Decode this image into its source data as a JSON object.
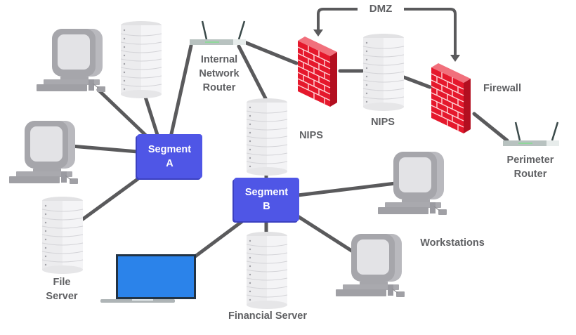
{
  "diagram": {
    "title": "Network segmentation diagram",
    "colors": {
      "link": "#5a5a5c",
      "segment": "#4f56e6",
      "firewall": "#e5182c",
      "server": "#ececee",
      "workstation": "#a9a9ae",
      "laptop_screen": "#2b83ea",
      "label_text": "#5f6063"
    },
    "labels": {
      "dmz": "DMZ",
      "internal_router": [
        "Internal",
        "Network",
        "Router"
      ],
      "nips_inner": "NIPS",
      "nips_dmz": "NIPS",
      "firewall": "Firewall",
      "perimeter_router": [
        "Perimeter",
        "Router"
      ],
      "workstations": "Workstations",
      "file_server": [
        "File",
        "Server"
      ],
      "financial_server": "Financial Server",
      "segment_a": [
        "Segment",
        "A"
      ],
      "segment_b": [
        "Segment",
        "B"
      ]
    },
    "nodes": [
      {
        "id": "ws-a1",
        "type": "workstation",
        "segment": "A"
      },
      {
        "id": "ws-a2",
        "type": "workstation",
        "segment": "A"
      },
      {
        "id": "srv-a",
        "type": "server",
        "segment": "A"
      },
      {
        "id": "file-server",
        "type": "server",
        "segment": "A"
      },
      {
        "id": "internal-router",
        "type": "router"
      },
      {
        "id": "nips-inner",
        "type": "server"
      },
      {
        "id": "firewall-inner",
        "type": "firewall"
      },
      {
        "id": "nips-dmz",
        "type": "server"
      },
      {
        "id": "firewall-outer",
        "type": "firewall"
      },
      {
        "id": "perimeter-router",
        "type": "router"
      },
      {
        "id": "ws-b1",
        "type": "workstation",
        "segment": "B"
      },
      {
        "id": "ws-b2",
        "type": "workstation",
        "segment": "B"
      },
      {
        "id": "laptop-b",
        "type": "laptop",
        "segment": "B"
      },
      {
        "id": "financial-server",
        "type": "server",
        "segment": "B"
      }
    ],
    "links": [
      [
        "segment-a",
        "ws-a1"
      ],
      [
        "segment-a",
        "srv-a"
      ],
      [
        "segment-a",
        "internal-router"
      ],
      [
        "segment-a",
        "ws-a2"
      ],
      [
        "segment-a",
        "file-server"
      ],
      [
        "internal-router",
        "nips-inner"
      ],
      [
        "internal-router",
        "firewall-inner"
      ],
      [
        "firewall-inner",
        "nips-dmz"
      ],
      [
        "nips-dmz",
        "firewall-outer"
      ],
      [
        "firewall-outer",
        "perimeter-router"
      ],
      [
        "nips-inner",
        "segment-b"
      ],
      [
        "segment-b",
        "ws-b1"
      ],
      [
        "segment-b",
        "ws-b2"
      ],
      [
        "segment-b",
        "laptop-b"
      ],
      [
        "segment-b",
        "financial-server"
      ]
    ]
  }
}
